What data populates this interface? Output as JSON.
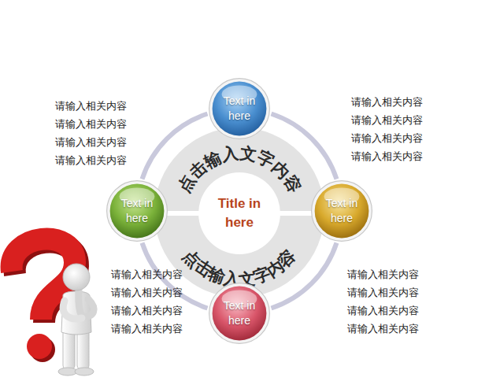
{
  "diagram": {
    "nodes": [
      {
        "text": [
          "Text in here"
        ]
      },
      {
        "text": [
          "Text in here"
        ]
      },
      {
        "text": [
          "Title in here"
        ]
      },
      {
        "text": [
          "Text in here"
        ]
      },
      {
        "text": [
          "Text in here"
        ]
      }
    ],
    "edges": [
      {
        "from": 0,
        "to": 3,
        "arrow": "none"
      },
      {
        "from": 3,
        "to": 4,
        "arrow": "none"
      },
      {
        "from": 4,
        "to": 1,
        "arrow": "none"
      },
      {
        "from": 1,
        "to": 0,
        "arrow": "none"
      }
    ],
    "labels": [
      "请输入相关内容",
      "请输入相关内容",
      "请输入相关内容",
      "请输入相关内容",
      "请输入相关内容",
      "请输入相关内容",
      "请输入相关内容",
      "请输入相关内容",
      "点击输入文字内容",
      "点击输入文字内容",
      "请输入相关内容",
      "请输入相关内容",
      "请输入相关内容",
      "请输入相关内容",
      "请输入相关内容",
      "请输入相关内容",
      "请输入相关内容",
      "请输入相关内容"
    ]
  }
}
